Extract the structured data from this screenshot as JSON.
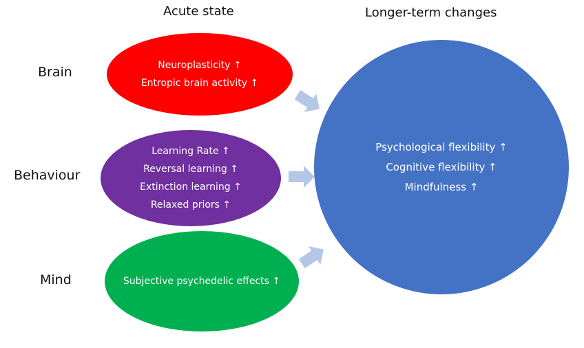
{
  "headers": {
    "acute": "Acute state",
    "longer_term": "Longer-term changes"
  },
  "rows": [
    {
      "label": "Brain"
    },
    {
      "label": "Behaviour"
    },
    {
      "label": "Mind"
    }
  ],
  "ellipses": {
    "brain": {
      "color": "#ff0000",
      "items": [
        "Neuroplasticity ↑",
        "Entropic brain activity ↑"
      ]
    },
    "behaviour": {
      "color": "#7030a0",
      "items": [
        "Learning Rate ↑",
        "Reversal learning ↑",
        "Extinction learning ↑",
        "Relaxed priors ↑"
      ]
    },
    "mind": {
      "color": "#00b050",
      "items": [
        "Subjective psychedelic effects ↑"
      ]
    }
  },
  "outcome": {
    "color": "#4472c4",
    "items": [
      "Psychological flexibility ↑",
      "Cognitive flexibility ↑",
      "Mindfulness ↑"
    ]
  },
  "arrow_color": "#b4c7e7"
}
